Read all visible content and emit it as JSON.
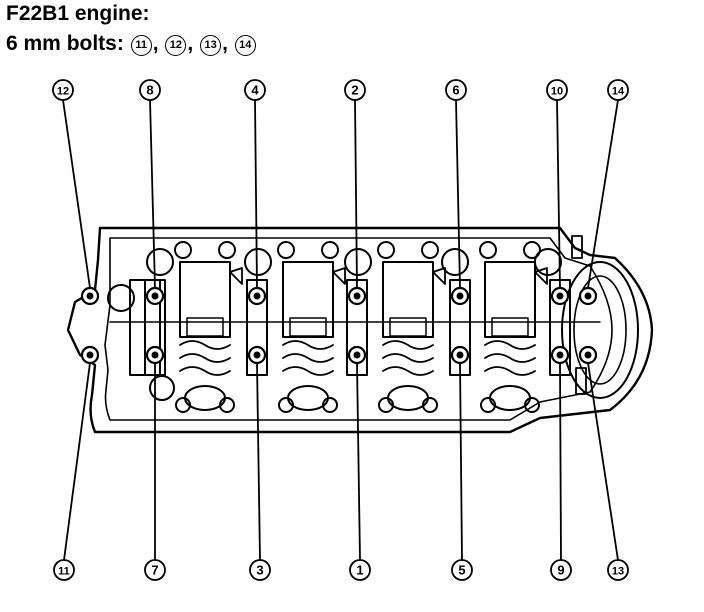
{
  "title": "F22B1 engine:",
  "subtitle": {
    "label": "6 mm bolts:",
    "bolts": [
      "11",
      "12",
      "13",
      "14"
    ],
    "separator": ","
  },
  "callouts": {
    "top": [
      "12",
      "8",
      "4",
      "2",
      "6",
      "10",
      "14"
    ],
    "bottom": [
      "11",
      "7",
      "3",
      "1",
      "5",
      "9",
      "13"
    ]
  }
}
